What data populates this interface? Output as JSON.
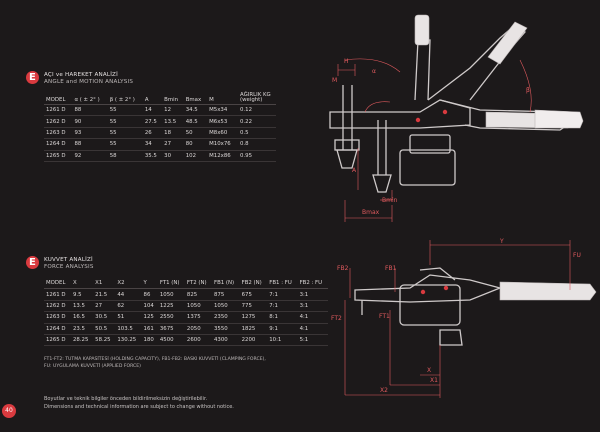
{
  "section1": {
    "title_tr": "AÇI ve HAREKET ANALİZİ",
    "title_en": "ANGLE and MOTION ANALYSIS",
    "columns": [
      "MODEL",
      "α ( ± 2° )",
      "β ( ± 2° )",
      "A",
      "Bmin",
      "Bmax",
      "M",
      "AĞIRLIK KG (weight)"
    ],
    "rows": [
      [
        "1261 D",
        "88",
        "55",
        "14",
        "12",
        "34.5",
        "M5x34",
        "0.12"
      ],
      [
        "1262 D",
        "90",
        "55",
        "27.5",
        "13.5",
        "48.5",
        "M6x53",
        "0.22"
      ],
      [
        "1263 D",
        "93",
        "55",
        "26",
        "18",
        "50",
        "M8x60",
        "0.5"
      ],
      [
        "1264 D",
        "88",
        "55",
        "34",
        "27",
        "80",
        "M10x76",
        "0.8"
      ],
      [
        "1265 D",
        "92",
        "58",
        "35.5",
        "30",
        "102",
        "M12x86",
        "0.95"
      ]
    ]
  },
  "section2": {
    "title_tr": "KUVVET ANALİZİ",
    "title_en": "FORCE ANALYSIS",
    "columns": [
      "MODEL",
      "X",
      "X1",
      "X2",
      "Y",
      "FT1 (N)",
      "FT2 (N)",
      "FB1 (N)",
      "FB2 (N)",
      "FB1 : FU",
      "FB2 : FU"
    ],
    "rows": [
      [
        "1261 D",
        "9.5",
        "21.5",
        "44",
        "86",
        "1050",
        "825",
        "875",
        "675",
        "7:1",
        "3:1"
      ],
      [
        "1262 D",
        "13.5",
        "27",
        "62",
        "104",
        "1225",
        "1050",
        "1050",
        "775",
        "7:1",
        "3:1"
      ],
      [
        "1263 D",
        "16.5",
        "30.5",
        "51",
        "125",
        "2550",
        "1375",
        "2350",
        "1275",
        "8:1",
        "4:1"
      ],
      [
        "1264 D",
        "23.5",
        "50.5",
        "103.5",
        "161",
        "3675",
        "2050",
        "3550",
        "1825",
        "9:1",
        "4:1"
      ],
      [
        "1265 D",
        "28.25",
        "58.25",
        "130.25",
        "180",
        "4500",
        "2600",
        "4300",
        "2200",
        "10:1",
        "5:1"
      ]
    ]
  },
  "notes": [
    "FT1-FT2: TUTMA KAPASİTESİ (HOLDING CAPACITY), FB1-FB2: BASKI KUVVETİ (CLAMPING FORCE),",
    "FU: UYGULAMA KUVVETİ (APPLIED FORCE)"
  ],
  "footer": [
    "Boyutlar ve teknik bilgiler önceden bildirilmeksizin değiştirilebilir.",
    "Dimensions and technical information are subject to change without notice."
  ],
  "page_number": "40",
  "diagram_top": {
    "labels": {
      "h": "H",
      "m": "M",
      "alpha": "α",
      "beta": "β",
      "a": "A",
      "bmin": "Bmin",
      "bmax": "Bmax"
    }
  },
  "diagram_bottom": {
    "labels": {
      "y": "Y",
      "fu": "FU",
      "fb2": "FB2",
      "fb1": "FB1",
      "ft2": "FT2",
      "ft1": "FT1",
      "x": "X",
      "x1": "X1",
      "x2": "X2"
    }
  },
  "colors": {
    "accent": "#d93a3f",
    "background": "#1c191a",
    "dimension": "#e05a5e"
  }
}
